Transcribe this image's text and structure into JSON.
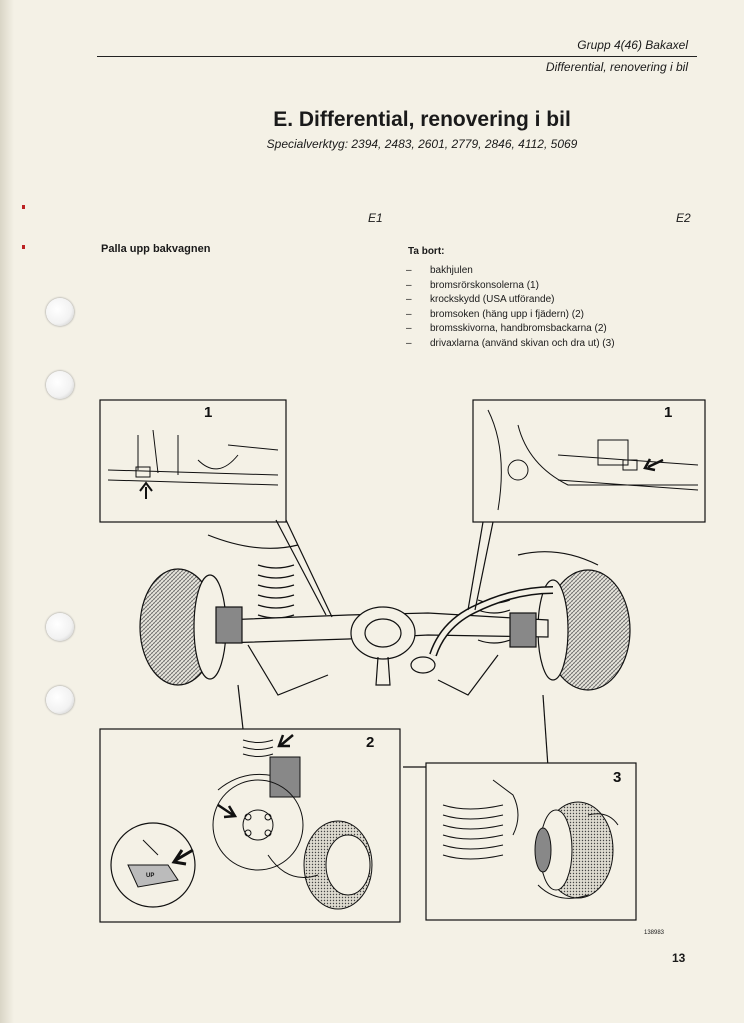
{
  "header": {
    "group": "Grupp 4(46) Bakaxel",
    "section": "Differential, renovering i bil"
  },
  "title": "E. Differential, renovering i bil",
  "subtitle": "Specialverktyg: 2394, 2483, 2601, 2779, 2846, 4112, 5069",
  "step_e1": {
    "label": "E1",
    "heading": "Palla upp bakvagnen"
  },
  "step_e2": {
    "label": "E2",
    "heading": "Ta bort:",
    "items": [
      "bakhjulen",
      "bromsrörskonsolerna (1)",
      "krockskydd (USA utförande)",
      "bromsoken (häng upp i fjädern) (2)",
      "bromsskivorna, handbromsbackarna (2)",
      "drivaxlarna (använd skivan och dra ut) (3)"
    ]
  },
  "figure": {
    "callouts": [
      "1",
      "1",
      "2",
      "3"
    ],
    "up_label": "UP",
    "number": "138983"
  },
  "page_number": "13"
}
